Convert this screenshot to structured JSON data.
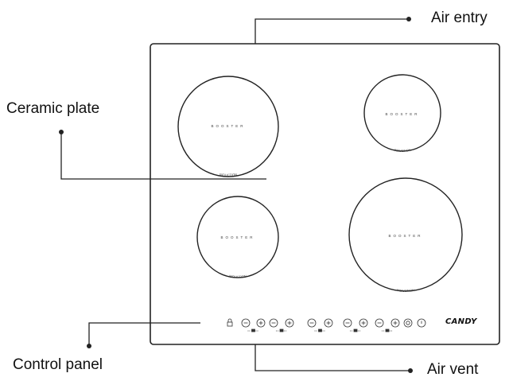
{
  "labels": {
    "air_entry": "Air entry",
    "ceramic_plate": "Ceramic plate",
    "control_panel": "Control panel",
    "air_vent": "Air vent"
  },
  "cooktop": {
    "brand": "CANDY",
    "zones": [
      {
        "id": "top-left",
        "top_text": "BOOSTER",
        "bottom_text": "INDUCTION"
      },
      {
        "id": "top-right",
        "top_text": "BOOSTER",
        "bottom_text": "INDUCTION"
      },
      {
        "id": "bottom-left",
        "top_text": "BOOSTER",
        "bottom_text": "INDUCTION"
      },
      {
        "id": "bottom-right",
        "top_text": "BOOSTER",
        "bottom_text": "INDUCTION"
      }
    ],
    "controls": [
      {
        "icon": "lock-icon"
      },
      {
        "icon": "minus-icon"
      },
      {
        "icon": "plus-icon"
      },
      {
        "icon": "minus-icon"
      },
      {
        "icon": "plus-icon"
      },
      {
        "icon": "minus-icon"
      },
      {
        "icon": "plus-icon"
      },
      {
        "icon": "minus-icon"
      },
      {
        "icon": "plus-icon"
      },
      {
        "icon": "minus-icon"
      },
      {
        "icon": "plus-icon"
      },
      {
        "icon": "booster-icon"
      },
      {
        "icon": "power-icon"
      }
    ]
  }
}
